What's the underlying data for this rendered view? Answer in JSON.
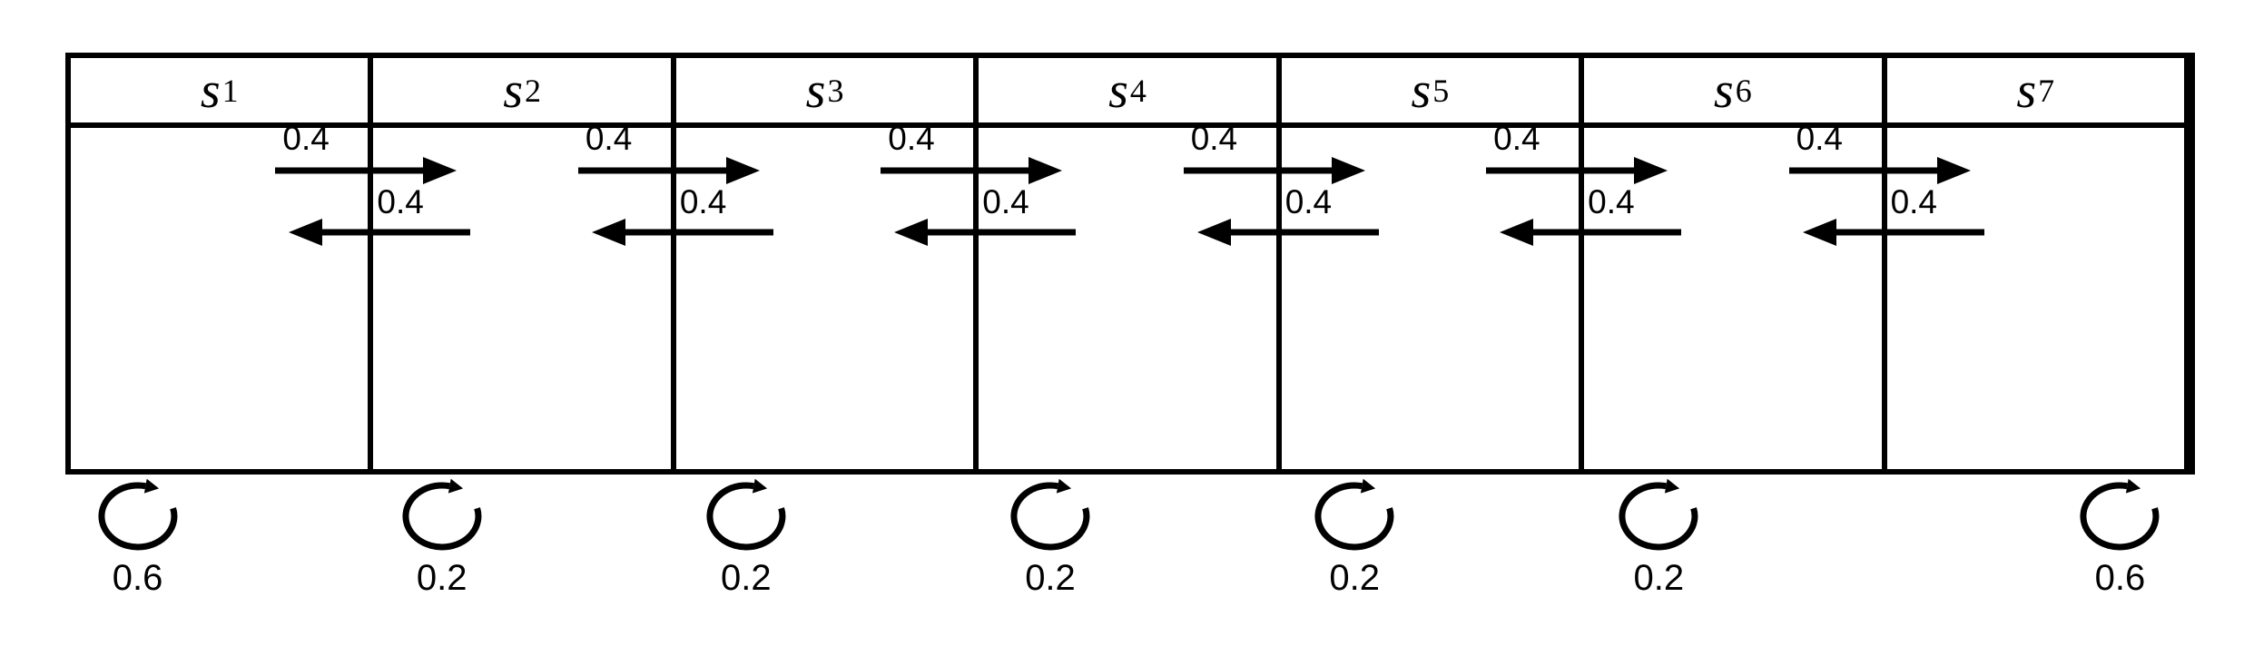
{
  "diagram": {
    "type": "markov-chain",
    "colors": {
      "line": "#000000",
      "background": "#ffffff"
    },
    "states": [
      {
        "name": "s",
        "subscript": "1",
        "self_loop_prob": "0.6"
      },
      {
        "name": "s",
        "subscript": "2",
        "self_loop_prob": "0.2"
      },
      {
        "name": "s",
        "subscript": "3",
        "self_loop_prob": "0.2"
      },
      {
        "name": "s",
        "subscript": "4",
        "self_loop_prob": "0.2"
      },
      {
        "name": "s",
        "subscript": "5",
        "self_loop_prob": "0.2"
      },
      {
        "name": "s",
        "subscript": "6",
        "self_loop_prob": "0.2"
      },
      {
        "name": "s",
        "subscript": "7",
        "self_loop_prob": "0.6"
      }
    ],
    "transitions": [
      {
        "right_prob": "0.4",
        "left_prob": "0.4"
      },
      {
        "right_prob": "0.4",
        "left_prob": "0.4"
      },
      {
        "right_prob": "0.4",
        "left_prob": "0.4"
      },
      {
        "right_prob": "0.4",
        "left_prob": "0.4"
      },
      {
        "right_prob": "0.4",
        "left_prob": "0.4"
      },
      {
        "right_prob": "0.4",
        "left_prob": "0.4"
      }
    ]
  }
}
